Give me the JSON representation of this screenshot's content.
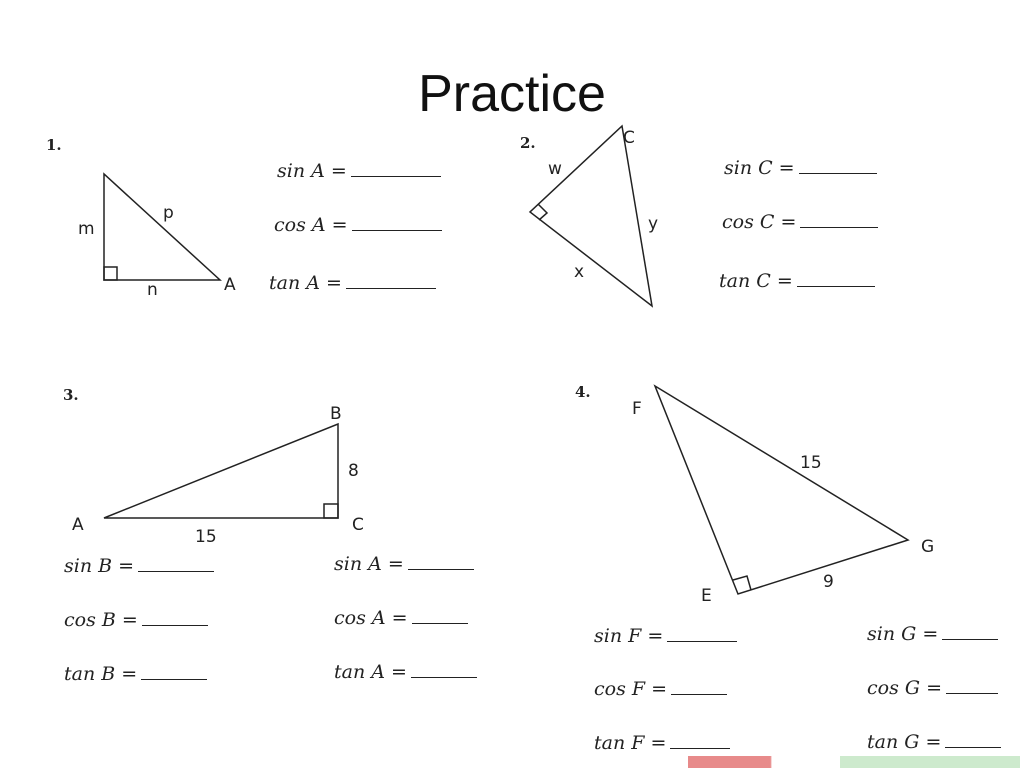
{
  "title": "Practice",
  "problems": [
    {
      "number": "1.",
      "labels": {
        "m": "m",
        "p": "p",
        "n": "n",
        "A": "A"
      },
      "equations": [
        {
          "label": "sin A ="
        },
        {
          "label": "cos A ="
        },
        {
          "label": "tan A ="
        }
      ]
    },
    {
      "number": "2.",
      "labels": {
        "C": "C",
        "w": "w",
        "y": "y",
        "x": "x"
      },
      "equations": [
        {
          "label": "sin C ="
        },
        {
          "label": "cos C ="
        },
        {
          "label": "tan C ="
        }
      ]
    },
    {
      "number": "3.",
      "labels": {
        "B": "B",
        "side8": "8",
        "A": "A",
        "side15": "15",
        "C": "C"
      },
      "equations": [
        {
          "label": "sin B ="
        },
        {
          "label": "cos B ="
        },
        {
          "label": "tan B ="
        },
        {
          "label": "sin A ="
        },
        {
          "label": "cos A ="
        },
        {
          "label": "tan A ="
        }
      ]
    },
    {
      "number": "4.",
      "labels": {
        "F": "F",
        "side15": "15",
        "G": "G",
        "side9": "9",
        "E": "E"
      },
      "equations": [
        {
          "label": "sin F ="
        },
        {
          "label": "cos F ="
        },
        {
          "label": "tan F ="
        },
        {
          "label": "sin G ="
        },
        {
          "label": "cos G ="
        },
        {
          "label": "tan G ="
        }
      ]
    }
  ]
}
